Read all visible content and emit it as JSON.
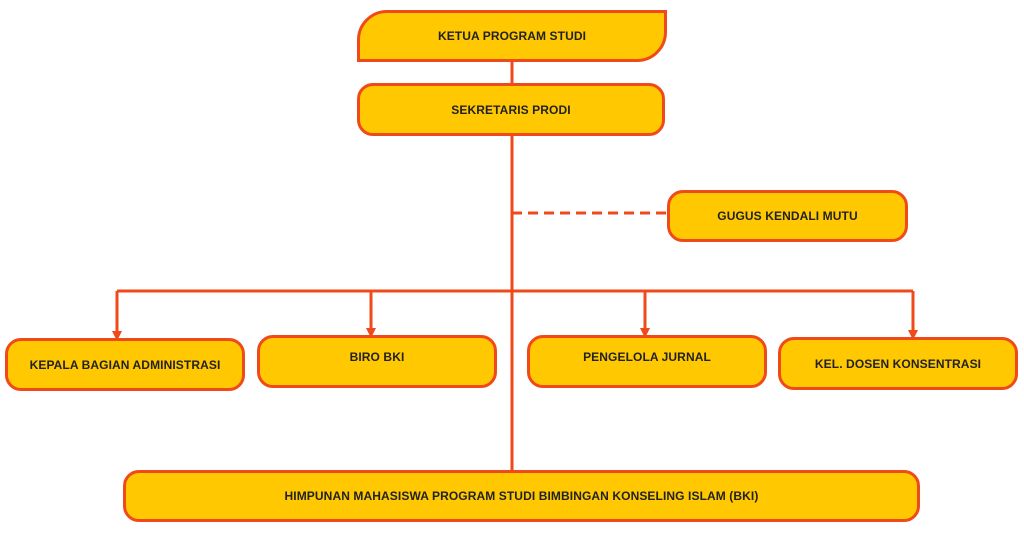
{
  "colors": {
    "fill": "#FFC800",
    "stroke": "#F04A1A"
  },
  "nodes": {
    "ketua": "KETUA PROGRAM STUDI",
    "sekretaris": "SEKRETARIS PRODI",
    "gugus": "GUGUS KENDALI MUTU",
    "kepala": "KEPALA BAGIAN ADMINISTRASI",
    "biro": "BIRO BKI",
    "jurnal": "PENGELOLA JURNAL",
    "dosen": "KEL. DOSEN KONSENTRASI",
    "himpunan": "HIMPUNAN MAHASISWA PROGRAM STUDI BIMBINGAN KONSELING ISLAM (BKI)"
  }
}
